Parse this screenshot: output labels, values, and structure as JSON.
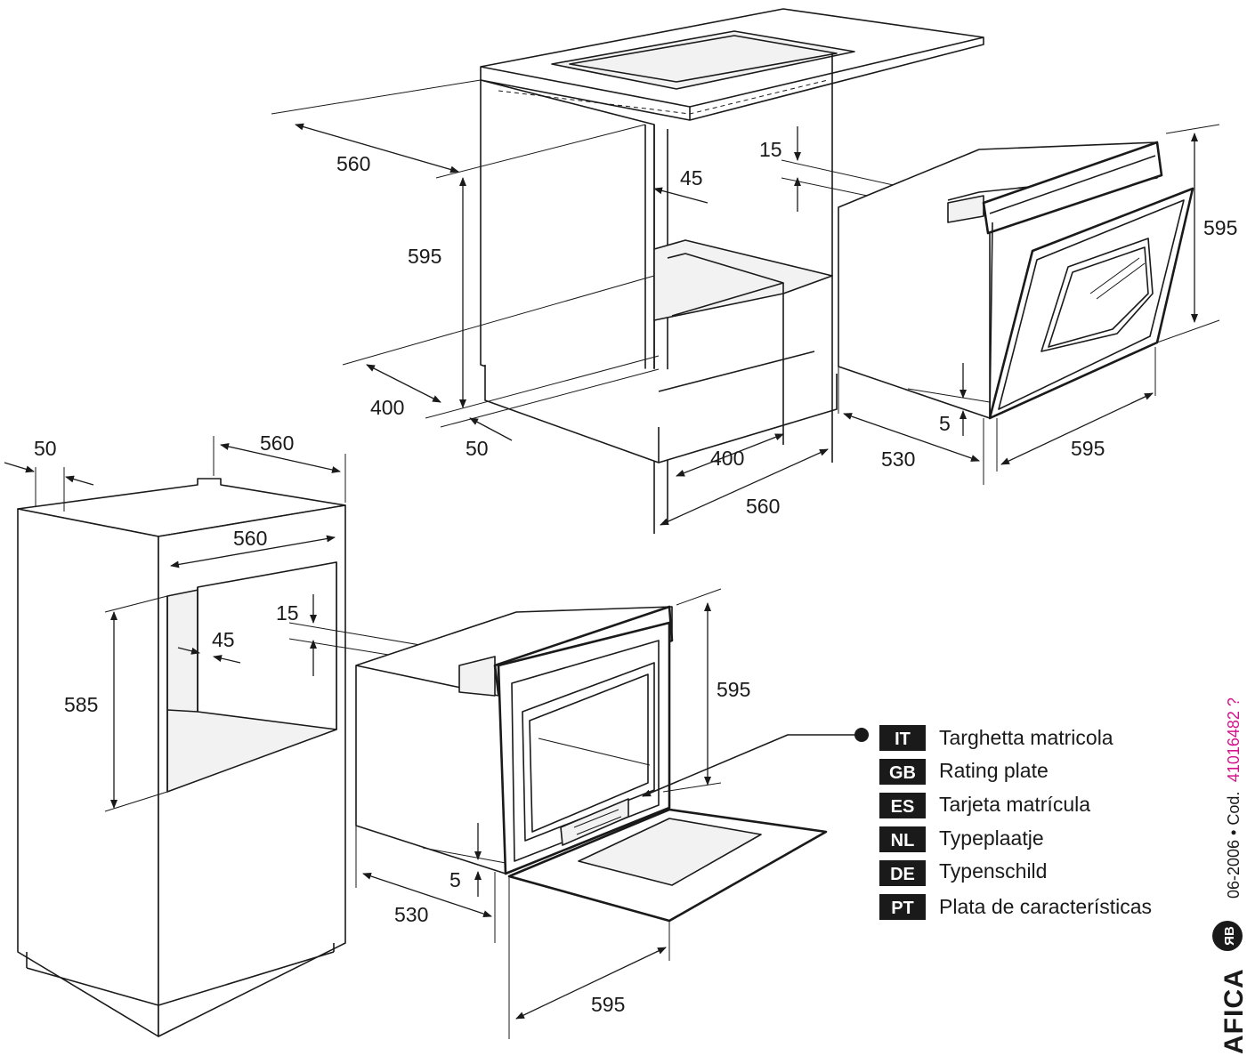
{
  "dimensions_top": {
    "depth_cabinet": "560",
    "height_opening": "595",
    "rear_gap": "15",
    "side_gap": "45",
    "height_oven": "595",
    "plinth_depth": "400",
    "plinth_gap": "50",
    "oven_depth": "530",
    "oven_width": "595",
    "door_gap": "5",
    "base_depth": "400",
    "base_width": "560"
  },
  "dimensions_bottom": {
    "side_offset": "50",
    "tall_depth": "560",
    "tall_width": "560",
    "opening_height": "585",
    "side_gap": "45",
    "rear_gap": "15",
    "oven_height": "595",
    "oven_depth": "530",
    "door_gap": "5",
    "oven_width": "595"
  },
  "legend": [
    {
      "code": "IT",
      "label": "Targhetta matricola"
    },
    {
      "code": "GB",
      "label": "Rating plate"
    },
    {
      "code": "ES",
      "label": "Tarjeta matrícula"
    },
    {
      "code": "NL",
      "label": "Typeplaatje"
    },
    {
      "code": "DE",
      "label": "Typenschild"
    },
    {
      "code": "PT",
      "label": "Plata de características"
    }
  ],
  "side_note": {
    "date": "06-2006 • Cod.",
    "code": "41016482 ?"
  },
  "brand": {
    "text": "AFICA"
  },
  "colors": {
    "line": "#1a1a1a",
    "badge_bg": "#1a1a1a",
    "code_accent": "#d4148c"
  }
}
